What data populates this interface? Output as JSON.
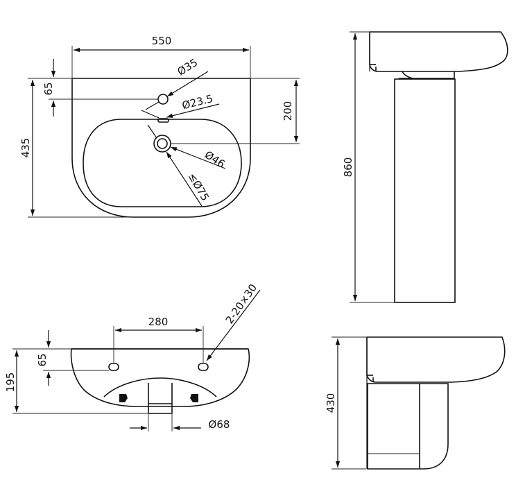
{
  "top_view": {
    "width_label": "550",
    "depth_label": "435",
    "tap_offset_label": "65",
    "drain_offset_label": "200",
    "tap_hole_label": "Ø35",
    "overflow_label": "Ø23.5",
    "drain_label": "Ø46",
    "waste_label": "≤Ø75"
  },
  "side_view": {
    "height_label": "860"
  },
  "front_view": {
    "fixing_spacing_label": "280",
    "fixing_holes_label": "2-20×30",
    "height_label": "195",
    "fixing_height_label": "65",
    "waste_width_label": "Ø68"
  },
  "semi_pedestal_view": {
    "height_label": "430"
  }
}
